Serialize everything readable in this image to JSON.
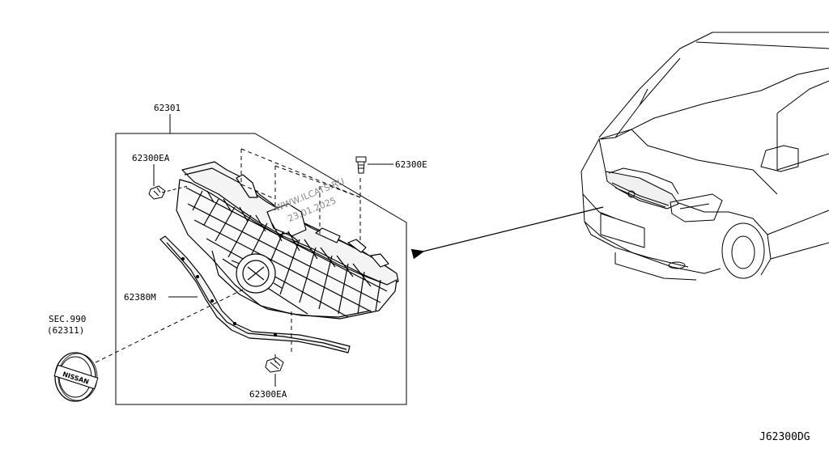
{
  "labels": {
    "grille_assembly": "62301",
    "clip_upper_left": "62300EA",
    "clip_lower": "62300EA",
    "fastener": "62300E",
    "molding": "62380M",
    "emblem_sec": "SEC.990",
    "emblem_part": "(62311)"
  },
  "watermark": {
    "line1": "WWW.ILCATS.RU",
    "line2": "23.01.2025"
  },
  "emblem_text": "NISSAN",
  "diagram_code": "J62300DG"
}
